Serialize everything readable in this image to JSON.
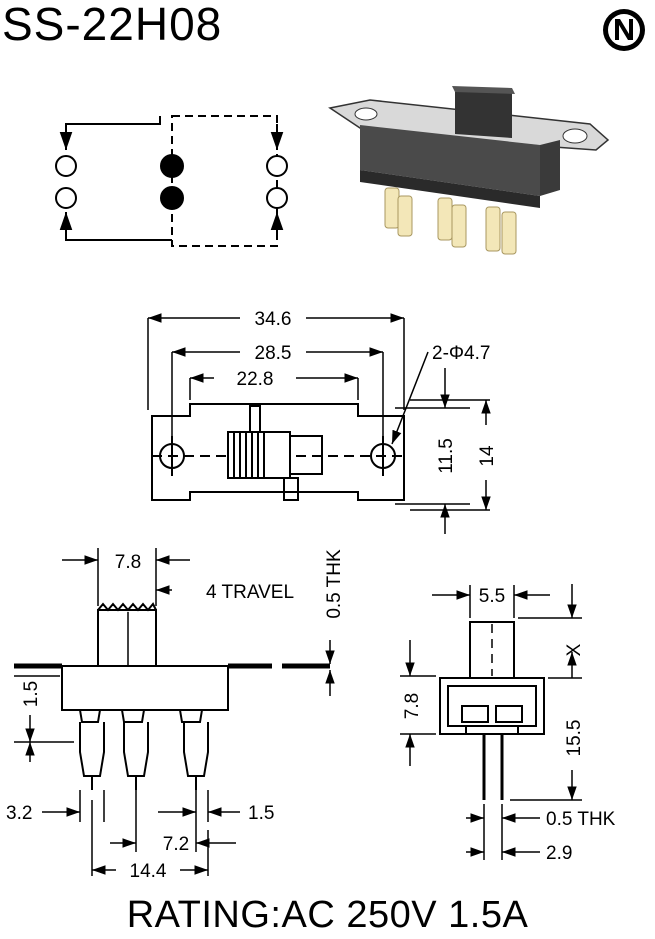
{
  "title": "SS-22H08",
  "logo_letter": "N",
  "rating": "RATING:AC 250V 1.5A",
  "top_view": {
    "dim_overall": "34.6",
    "dim_holes": "28.5",
    "dim_body": "22.8",
    "dim_hole_dia": "2-Φ4.7",
    "dim_height_inner": "11.5",
    "dim_height_outer": "14"
  },
  "side_view": {
    "dim_actuator": "7.8",
    "dim_travel": "4 TRAVEL",
    "dim_plate": "0.5 THK",
    "dim_offset": "1.5",
    "dim_pin_left": "3.2",
    "dim_pin_width": "1.5",
    "dim_pitch": "7.2",
    "dim_span": "14.4"
  },
  "end_view": {
    "dim_actuator_w": "5.5",
    "dim_x": "X",
    "dim_body_h": "7.8",
    "dim_total_h": "15.5",
    "dim_pin_thk": "0.5 THK",
    "dim_pin_pitch": "2.9"
  },
  "colors": {
    "ink": "#000000",
    "body": "#3a3a3a",
    "pin": "#f3e7b8"
  }
}
